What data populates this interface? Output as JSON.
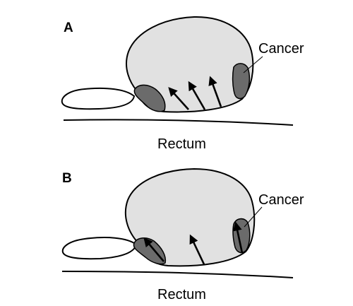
{
  "panels": [
    {
      "letter": "A",
      "cancer_label": "Cancer",
      "rectum_label": "Rectum"
    },
    {
      "letter": "B",
      "cancer_label": "Cancer",
      "rectum_label": "Rectum"
    }
  ],
  "colors": {
    "prostate_fill": "#e1e1e1",
    "tumor_fill": "#6b6b6b",
    "outline": "#000000"
  },
  "icons": {
    "arrow": "arrow-icon"
  }
}
